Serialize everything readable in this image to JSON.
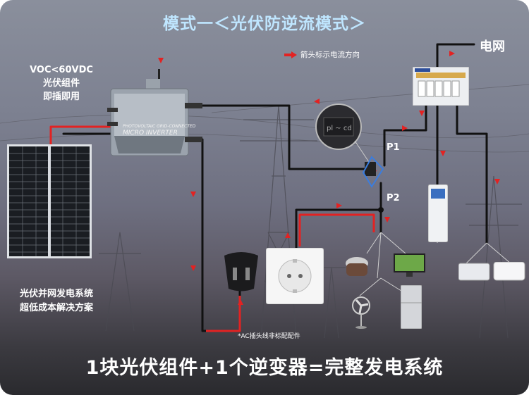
{
  "title": "模式一＜光伏防逆流模式＞",
  "pv_note": [
    "VOC<60VDC",
    "光伏组件",
    "即插即用"
  ],
  "legend_text": "箭头标示电流方向",
  "grid_label": "电网",
  "inverter_label_top": "PHOTOVOLTAIC GRID-CONNECTED",
  "inverter_label_bottom": "MICRO INVERTER",
  "meter_display": "pl ~ cd",
  "point_labels": {
    "p1": "P1",
    "p2": "P2"
  },
  "solution_note": [
    "光伏并网发电系统",
    "超低成本解决方案"
  ],
  "ac_plug_note": "*AC插头线非标配配件",
  "bottom_caption": "1块光伏组件+1个逆变器=完整发电系统",
  "colors": {
    "title": "#bfe6ff",
    "arrow": "#e32222",
    "wire": "#111111"
  },
  "icons": [
    "solar-panel-icon",
    "micro-inverter-icon",
    "antenna-icon",
    "current-sensor-icon",
    "distribution-box-icon",
    "schuko-plug-icon",
    "wall-socket-icon",
    "rice-cooker-icon",
    "television-icon",
    "fan-icon",
    "refrigerator-icon",
    "floor-air-conditioner-icon",
    "wall-air-conditioner-icon",
    "power-tower-icon"
  ]
}
